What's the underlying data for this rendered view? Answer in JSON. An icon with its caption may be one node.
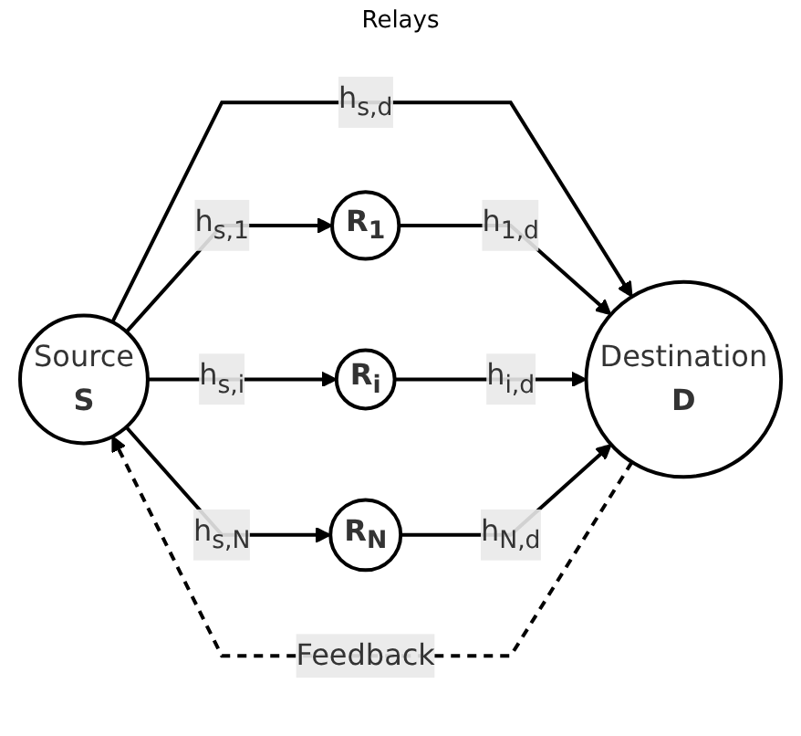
{
  "diagram": {
    "nodes": [
      {
        "text": [
          "Source",
          "S"
        ]
      },
      {
        "text": [
          "R$_{1}$"
        ]
      },
      {
        "text": [
          "R$_{i}$"
        ]
      },
      {
        "text": [
          "R$_{N}$"
        ]
      },
      {
        "text": [
          "Destination",
          "D"
        ]
      }
    ],
    "edges": [
      {
        "from": 0,
        "to": 1,
        "arrow": "to",
        "label": "h$_{s,1}$"
      },
      {
        "from": 0,
        "to": 2,
        "arrow": "to",
        "label": "h$_{s,i}$"
      },
      {
        "from": 0,
        "to": 3,
        "arrow": "to",
        "label": "h$_{s,N}$"
      },
      {
        "from": 0,
        "to": 4,
        "arrow": "to",
        "label": "h$_{s,d}$"
      },
      {
        "from": 1,
        "to": 4,
        "arrow": "to",
        "label": "h$_{1,d}$"
      },
      {
        "from": 2,
        "to": 4,
        "arrow": "to",
        "label": "h$_{i,d}$"
      },
      {
        "from": 3,
        "to": 4,
        "arrow": "to",
        "label": "h$_{N,d}$"
      },
      {
        "from": 4,
        "to": 0,
        "arrow": "to",
        "label": "Feedback",
        "style": "dashed"
      }
    ],
    "labels": [
      "Relays"
    ]
  }
}
